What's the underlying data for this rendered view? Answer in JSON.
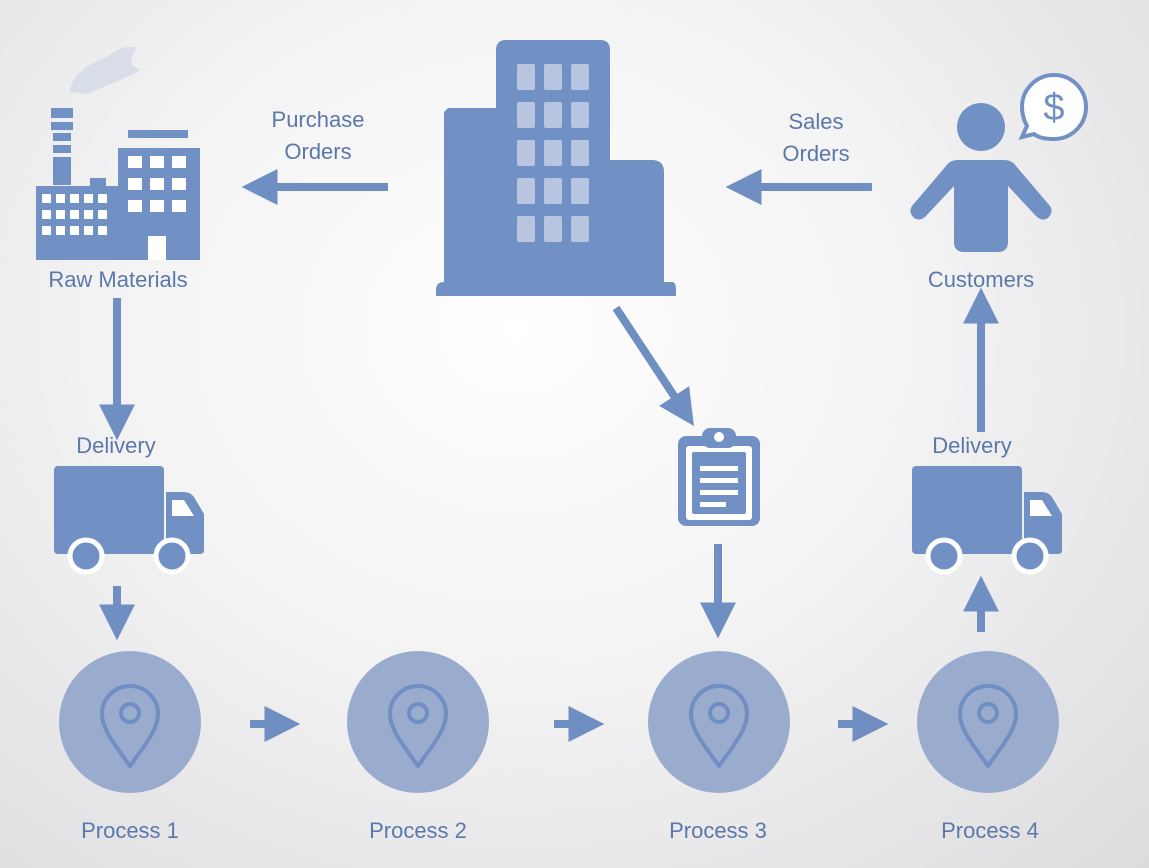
{
  "colors": {
    "icon": "#7190c4",
    "icon_light": "#aab8d6",
    "label": "#5c78ab",
    "circle": "#9aaccd",
    "arrow": "#6f8ec2"
  },
  "labels": {
    "purchase_orders": [
      "Purchase",
      "Orders"
    ],
    "sales_orders": [
      "Sales",
      "Orders"
    ],
    "raw_materials": "Raw Materials",
    "customers": "Customers",
    "delivery_left": "Delivery",
    "delivery_right": "Delivery",
    "process_1": "Process 1",
    "process_2": "Process 2",
    "process_3": "Process 3",
    "process_4": "Process 4"
  },
  "icons": {
    "factory": "factory-icon",
    "company": "office-building-icon",
    "customer": "person-icon",
    "money": "dollar-speech-bubble-icon",
    "truck": "delivery-truck-icon",
    "clipboard": "clipboard-icon",
    "location": "location-pin-icon"
  },
  "money_symbol": "$"
}
